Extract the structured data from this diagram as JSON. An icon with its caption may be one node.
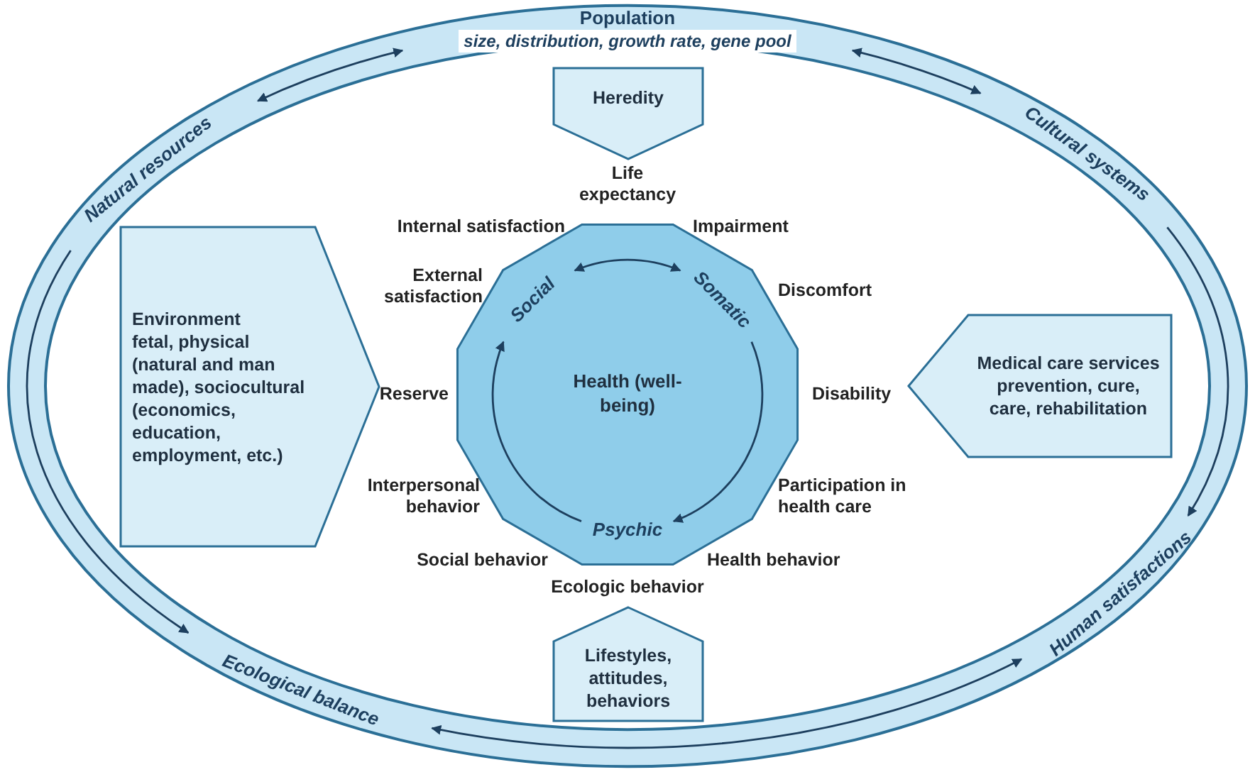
{
  "diagram": {
    "nodes": [
      {
        "text": [
          "Population",
          "size, distribution, growth rate, gene pool"
        ]
      },
      {
        "text": [
          "Natural resources"
        ]
      },
      {
        "text": [
          "Cultural systems"
        ]
      },
      {
        "text": [
          "Ecological balance"
        ]
      },
      {
        "text": [
          "Human satisfactions"
        ]
      },
      {
        "text": [
          "Heredity"
        ]
      },
      {
        "text": [
          "Environment",
          "fetal, physical (natural and man made), sociocultural (economics, education, employment, etc.)"
        ]
      },
      {
        "text": [
          "Medical care services",
          "prevention, cure, care, rehabilitation"
        ]
      },
      {
        "text": [
          "Lifestyles, attitudes, behaviors"
        ]
      },
      {
        "text": [
          "Health (well-being)"
        ]
      },
      {
        "text": [
          "Social"
        ],
        "in": 9
      },
      {
        "text": [
          "Somatic"
        ],
        "in": 9
      },
      {
        "text": [
          "Psychic"
        ],
        "in": 9
      }
    ],
    "edges": [
      {
        "from": 0,
        "to": 1,
        "arrow": "both"
      },
      {
        "from": 0,
        "to": 2,
        "arrow": "both"
      },
      {
        "from": 2,
        "to": 4,
        "arrow": "to"
      },
      {
        "from": 1,
        "to": 3,
        "arrow": "to"
      },
      {
        "from": 3,
        "to": 4,
        "arrow": "both"
      },
      {
        "from": 10,
        "to": 11,
        "arrow": "both"
      },
      {
        "from": 11,
        "to": 12,
        "arrow": "to"
      },
      {
        "from": 12,
        "to": 10,
        "arrow": "to"
      }
    ],
    "labels": [
      "Life expectancy",
      "Internal satisfaction",
      "Impairment",
      "External satisfaction",
      "Discomfort",
      "Reserve",
      "Disability",
      "Interpersonal behavior",
      "Participation in health care",
      "Social behavior",
      "Health behavior",
      "Ecologic behavior"
    ]
  }
}
